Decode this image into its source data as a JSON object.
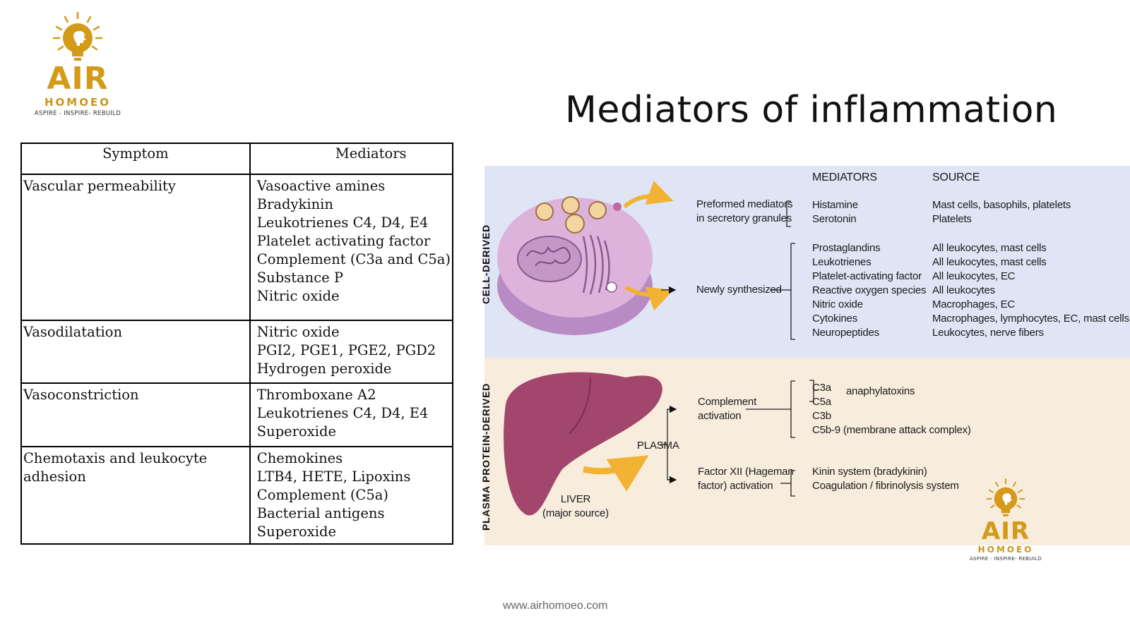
{
  "logo": {
    "word": "AIR",
    "sub": "HOMOEO",
    "tagline": "ASPIRE - INSPIRE- REBUILD"
  },
  "title": "Mediators of inflammation",
  "table": {
    "headers": [
      "Symptom",
      "Mediators"
    ],
    "rows": [
      {
        "symptom": "Vascular permeability",
        "mediators": [
          "Vasoactive amines",
          "Bradykinin",
          "Leukotrienes C4, D4, E4",
          "Platelet activating factor",
          "Complement (C3a and C5a)",
          "Substance P",
          "Nitric oxide"
        ]
      },
      {
        "symptom": "Vasodilatation",
        "mediators": [
          "Nitric oxide",
          "PGI2, PGE1, PGE2, PGD2",
          "Hydrogen peroxide"
        ]
      },
      {
        "symptom": "Vasoconstriction",
        "mediators": [
          "Thromboxane A2",
          "Leukotrienes C4, D4, E4",
          "Superoxide"
        ]
      },
      {
        "symptom": "Chemotaxis and leukocyte adhesion",
        "mediators": [
          "Chemokines",
          "LTB4, HETE, Lipoxins",
          "Complement (C5a)",
          "Bacterial antigens",
          "Superoxide"
        ]
      }
    ]
  },
  "figure": {
    "col_mediators": "MEDIATORS",
    "col_source": "SOURCE",
    "cell_derived_label": "CELL-DERIVED",
    "plasma_label": "PLASMA PROTEIN-DERIVED",
    "preformed": {
      "label": [
        "Preformed mediators",
        "in secretory granules"
      ],
      "mediators": [
        "Histamine",
        "Serotonin"
      ],
      "sources": [
        "Mast cells, basophils, platelets",
        "Platelets"
      ]
    },
    "newly": {
      "label": "Newly synthesized",
      "mediators": [
        "Prostaglandins",
        "Leukotrienes",
        "Platelet-activating factor",
        "Reactive oxygen species",
        "Nitric oxide",
        "Cytokines",
        "Neuropeptides"
      ],
      "sources": [
        "All leukocytes, mast cells",
        "All leukocytes, mast cells",
        "All leukocytes, EC",
        "All leukocytes",
        "Macrophages, EC",
        "Macrophages, lymphocytes, EC, mast cells",
        "Leukocytes, nerve fibers"
      ]
    },
    "complement": {
      "label": [
        "Complement",
        "activation"
      ],
      "items": [
        "C3a",
        "C5a",
        "C3b",
        "C5b-9 (membrane attack complex)"
      ],
      "anaphylatoxins": "anaphylatoxins"
    },
    "factor12": {
      "label": [
        "Factor XII (Hageman",
        "factor) activation"
      ],
      "items": [
        "Kinin system (bradykinin)",
        "Coagulation / fibrinolysis system"
      ]
    },
    "plasma": "PLASMA",
    "liver": [
      "LIVER",
      "(major source)"
    ]
  },
  "footer_url": "www.airhomoeo.com",
  "colors": {
    "logo_gold": "#d49a18",
    "cell_band": "#dfe5f5",
    "plasma_band": "#f8ecdd",
    "liver": "#a2476b",
    "cell": "#d9a5d6",
    "arrow": "#f2b233"
  }
}
